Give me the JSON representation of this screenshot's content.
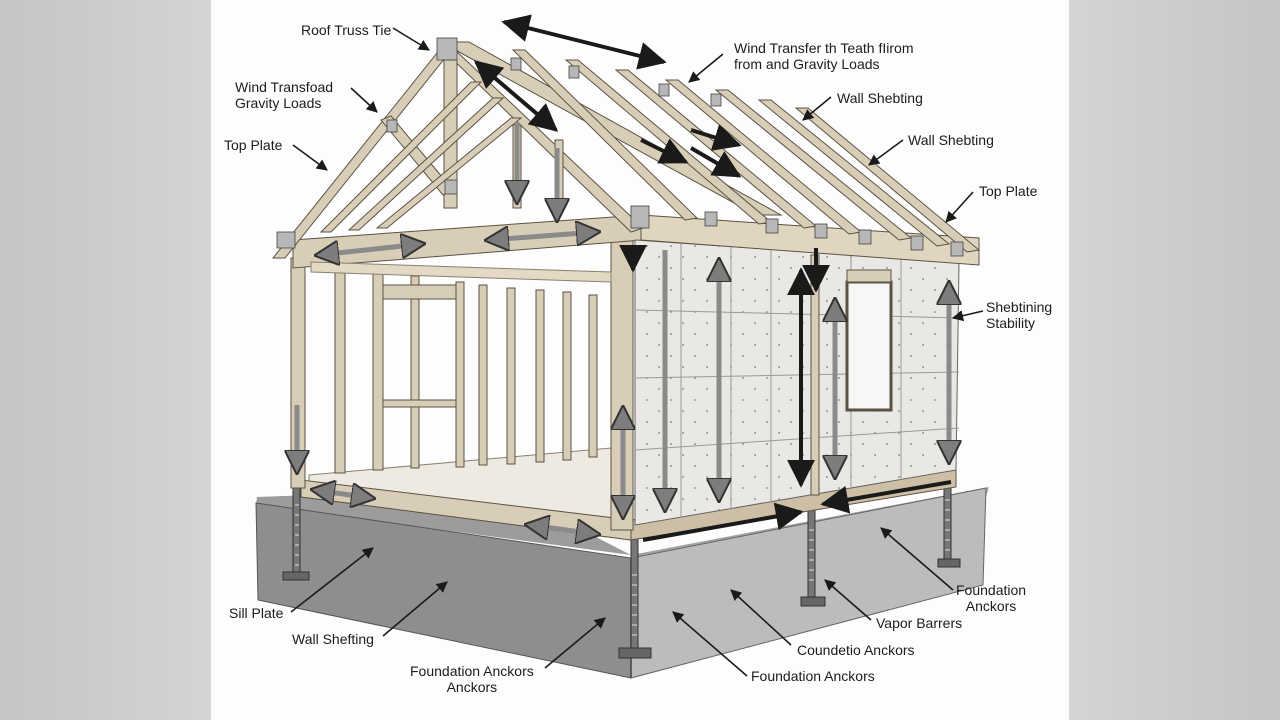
{
  "labels": {
    "roof_truss_tie": "Roof Truss Tie",
    "wind_transfer_top": [
      "Wind Transfer th Teath fIirom",
      "from and Gravity Loads"
    ],
    "wind_transfoad": [
      "Wind Transfoad",
      "Gravity Loads"
    ],
    "top_plate_left": "Top Plate",
    "wall_shebting_1": "Wall Shebting",
    "wall_shebting_2": "Wall Shebting",
    "top_plate_right": "Top Plate",
    "shebtining_stability": [
      "Shebtining",
      "Stability"
    ],
    "foundation_anckors_right": [
      "Foundation",
      "Anckors"
    ],
    "vapor_barrers": "Vapor Barrers",
    "coundetio_anckors": "Coundetio Anckors",
    "foundation_anckors_bottom": "Foundation Anckors",
    "foundation_anckors_left": [
      "Foundation Anckors",
      "Anckors"
    ],
    "wall_shefting": "Wall Shefting",
    "sill_plate": "Sill Plate"
  },
  "colors": {
    "timber": "#d8cdb7",
    "timber_edge": "#5c5244",
    "sheathing": "#e9e8e4",
    "concrete_front": "#8f8f8f",
    "concrete_side": "#b9b9b9",
    "concrete_top": "#9c9c9c",
    "arrow_dark": "#1a1a1a",
    "arrow_gray": "#8a8a8a"
  }
}
